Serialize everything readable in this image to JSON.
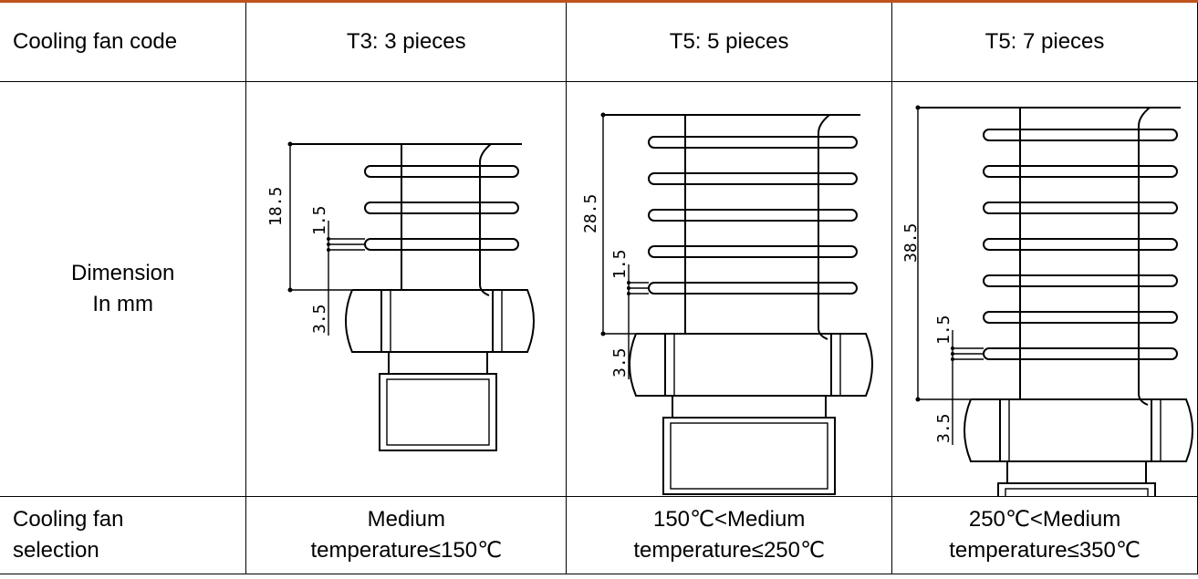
{
  "header": {
    "col0": "Cooling fan code",
    "col1": "T3: 3 pieces",
    "col2": "T5: 5 pieces",
    "col3": "T5: 7 pieces"
  },
  "dimension_row": {
    "label_line1": "Dimension",
    "label_line2": "In mm",
    "drawings": [
      {
        "fins": 3,
        "total_height": "18.5",
        "fin_thickness": "1.5",
        "gap": "3.5"
      },
      {
        "fins": 5,
        "total_height": "28.5",
        "fin_thickness": "1.5",
        "gap": "3.5"
      },
      {
        "fins": 7,
        "total_height": "38.5",
        "fin_thickness": "1.5",
        "gap": "3.5"
      }
    ]
  },
  "selection_row": {
    "label_line1": "Cooling fan",
    "label_line2": "selection",
    "col1_line1": "Medium",
    "col1_line2": "temperature≤150℃",
    "col2_line1": "150℃<Medium",
    "col2_line2": "temperature≤250℃",
    "col3_line1": "250℃<Medium",
    "col3_line2": "temperature≤350℃"
  }
}
